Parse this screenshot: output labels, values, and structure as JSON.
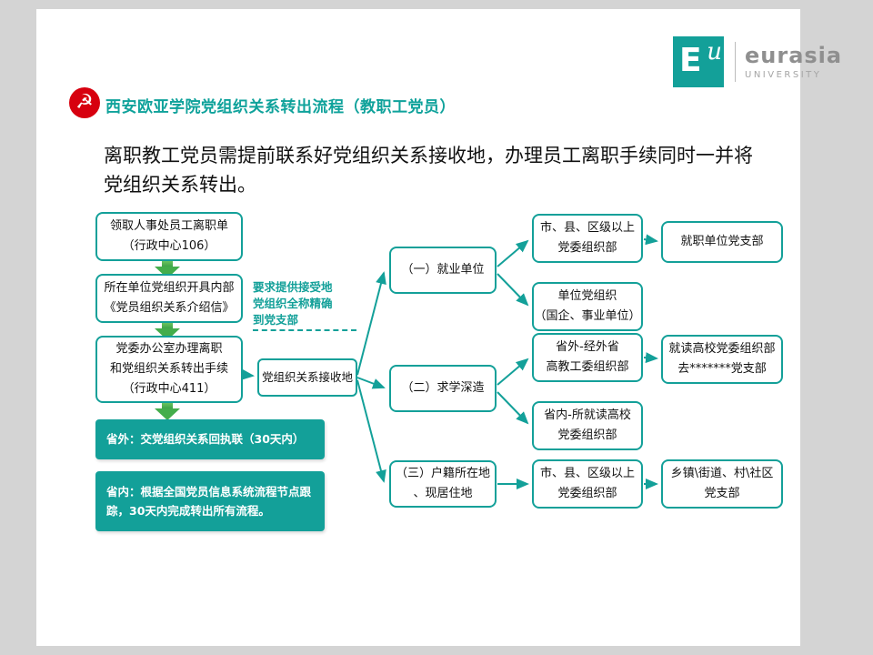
{
  "colors": {
    "teal": "#13a099",
    "green": "#44ad4b",
    "red": "#d7000f"
  },
  "logo": {
    "e": "E",
    "u": "u",
    "name": "eurasia",
    "sub": "UNIVERSITY"
  },
  "header": {
    "title": "西安欧亚学院党组织关系转出流程（教职工党员）"
  },
  "intro": "离职教工党员需提前联系好党组织关系接收地，办理员工离职手续同时一并将\n党组织关系转出。",
  "left_flow": {
    "step1": "领取人事处员工离职单\n（行政中心106）",
    "step2": "所在单位党组织开具内部\n《党员组织关系介绍信》",
    "step3": "党委办公室办理离职\n和党组织关系转出手续\n（行政中心411）",
    "note_out_province": "省外：交党组织关系回执联（30天内）",
    "note_in_province": "省内：根据全国党员信息系统流程节点跟\n踪，30天内完成转出所有流程。"
  },
  "annotation": "要求提供接受地\n党组织全称精确\n到党支部",
  "hub": "党组织关系接收地",
  "branches": {
    "b1": "（一）就业单位",
    "b2": "（二）求学深造",
    "b3": "（三）户籍所在地\n、现居住地"
  },
  "level2": {
    "c1": "市、县、区级以上\n党委组织部",
    "c2": "单位党组织\n（国企、事业单位）",
    "c3": "省外-经外省\n高教工委组织部",
    "c4": "省内-所就读高校\n党委组织部",
    "c5": "市、县、区级以上\n党委组织部"
  },
  "level3": {
    "d1": "就职单位党支部",
    "d2": "就读高校党委组织部\n去*******党支部",
    "d3": "乡镇\\街道、村\\社区\n党支部"
  }
}
